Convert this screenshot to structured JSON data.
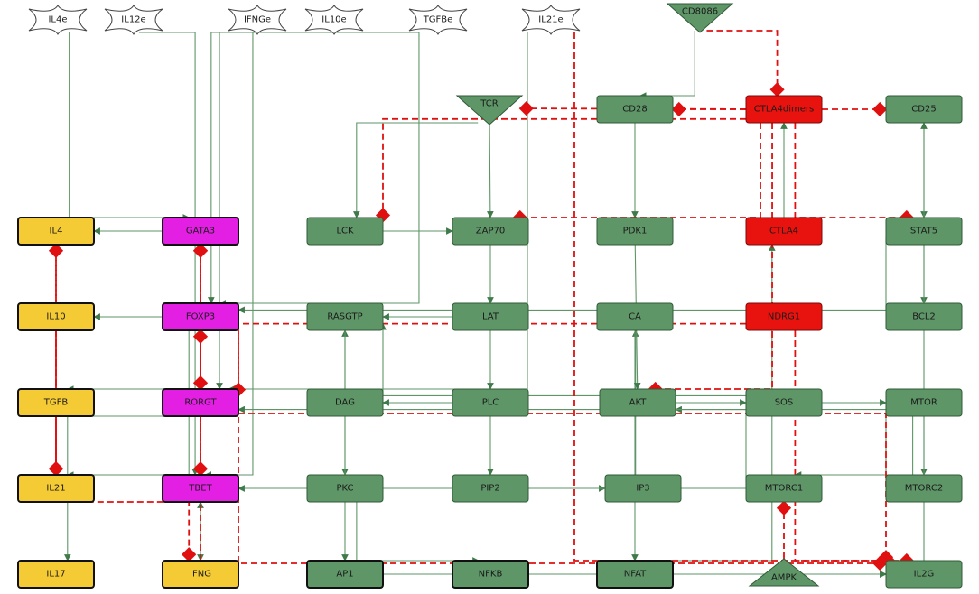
{
  "colors": {
    "green": "#5f9668",
    "green_edge": "#3f7a4a",
    "red": "#e8120e",
    "yellow": "#f5cb35",
    "magenta": "#e41fe4",
    "inhibit": "#e01010",
    "activate": "#5f9668"
  },
  "inputs": [
    {
      "id": "IL4e",
      "label": "IL4e"
    },
    {
      "id": "IL12e",
      "label": "IL12e"
    },
    {
      "id": "IFNGe",
      "label": "IFNGe"
    },
    {
      "id": "IL10e",
      "label": "IL10e"
    },
    {
      "id": "TGFBe",
      "label": "TGFBe"
    },
    {
      "id": "IL21e",
      "label": "IL21e"
    }
  ],
  "triangles": [
    {
      "id": "CD8086",
      "label": "CD8086",
      "dir": "down"
    },
    {
      "id": "TCR",
      "label": "TCR",
      "dir": "down"
    },
    {
      "id": "AMPK",
      "label": "AMPK",
      "dir": "up"
    }
  ],
  "nodes": [
    {
      "id": "IL4",
      "label": "IL4",
      "kind": "yellow"
    },
    {
      "id": "IL10",
      "label": "IL10",
      "kind": "yellow"
    },
    {
      "id": "TGFB",
      "label": "TGFB",
      "kind": "yellow"
    },
    {
      "id": "IL21",
      "label": "IL21",
      "kind": "yellow"
    },
    {
      "id": "IL17",
      "label": "IL17",
      "kind": "yellow"
    },
    {
      "id": "IFNG",
      "label": "IFNG",
      "kind": "yellow"
    },
    {
      "id": "GATA3",
      "label": "GATA3",
      "kind": "magenta"
    },
    {
      "id": "FOXP3",
      "label": "FOXP3",
      "kind": "magenta"
    },
    {
      "id": "RORGT",
      "label": "RORGT",
      "kind": "magenta"
    },
    {
      "id": "TBET",
      "label": "TBET",
      "kind": "magenta"
    },
    {
      "id": "LCK",
      "label": "LCK",
      "kind": "green"
    },
    {
      "id": "RASGTP",
      "label": "RASGTP",
      "kind": "green"
    },
    {
      "id": "DAG",
      "label": "DAG",
      "kind": "green"
    },
    {
      "id": "PKC",
      "label": "PKC",
      "kind": "green"
    },
    {
      "id": "AP1",
      "label": "AP1",
      "kind": "green_out"
    },
    {
      "id": "ZAP70",
      "label": "ZAP70",
      "kind": "green"
    },
    {
      "id": "LAT",
      "label": "LAT",
      "kind": "green"
    },
    {
      "id": "PLC",
      "label": "PLC",
      "kind": "green"
    },
    {
      "id": "PIP2",
      "label": "PIP2",
      "kind": "green"
    },
    {
      "id": "NFKB",
      "label": "NFKB",
      "kind": "green_out"
    },
    {
      "id": "CD28",
      "label": "CD28",
      "kind": "green"
    },
    {
      "id": "PDK1",
      "label": "PDK1",
      "kind": "green"
    },
    {
      "id": "CA",
      "label": "CA",
      "kind": "green"
    },
    {
      "id": "AKT",
      "label": "AKT",
      "kind": "green"
    },
    {
      "id": "IP3",
      "label": "IP3",
      "kind": "green"
    },
    {
      "id": "NFAT",
      "label": "NFAT",
      "kind": "green_out"
    },
    {
      "id": "CTLA4dimers",
      "label": "CTLA4dimers",
      "kind": "red"
    },
    {
      "id": "CTLA4",
      "label": "CTLA4",
      "kind": "red"
    },
    {
      "id": "NDRG1",
      "label": "NDRG1",
      "kind": "red"
    },
    {
      "id": "SOS",
      "label": "SOS",
      "kind": "green"
    },
    {
      "id": "MTORC1",
      "label": "MTORC1",
      "kind": "green"
    },
    {
      "id": "CD25",
      "label": "CD25",
      "kind": "green"
    },
    {
      "id": "STAT5",
      "label": "STAT5",
      "kind": "green"
    },
    {
      "id": "BCL2",
      "label": "BCL2",
      "kind": "green"
    },
    {
      "id": "MTOR",
      "label": "MTOR",
      "kind": "green"
    },
    {
      "id": "MTORC2",
      "label": "MTORC2",
      "kind": "green"
    },
    {
      "id": "IL2G",
      "label": "IL2G",
      "kind": "green"
    }
  ],
  "activations": [
    [
      "IL4e",
      "GATA3"
    ],
    [
      "IL12e",
      "TBET"
    ],
    [
      "IFNGe",
      "TBET"
    ],
    [
      "IL10e",
      "FOXP3"
    ],
    [
      "TGFBe",
      "FOXP3"
    ],
    [
      "TGFBe",
      "RORGT"
    ],
    [
      "IL21e",
      "RORGT"
    ],
    [
      "TCR",
      "LCK"
    ],
    [
      "TCR",
      "ZAP70"
    ],
    [
      "LCK",
      "ZAP70"
    ],
    [
      "ZAP70",
      "LAT"
    ],
    [
      "LAT",
      "RASGTP"
    ],
    [
      "LAT",
      "PLC"
    ],
    [
      "PLC",
      "DAG"
    ],
    [
      "PLC",
      "PIP2"
    ],
    [
      "DAG",
      "PKC"
    ],
    [
      "DAG",
      "RASGTP"
    ],
    [
      "PIP2",
      "IP3"
    ],
    [
      "PKC",
      "NFKB"
    ],
    [
      "IP3",
      "CA"
    ],
    [
      "CA",
      "NFAT"
    ],
    [
      "RASGTP",
      "AP1"
    ],
    [
      "CD8086",
      "CD28"
    ],
    [
      "CD28",
      "PDK1"
    ],
    [
      "PDK1",
      "AKT"
    ],
    [
      "AKT",
      "MTOR"
    ],
    [
      "MTOR",
      "MTORC1"
    ],
    [
      "MTOR",
      "MTORC2"
    ],
    [
      "MTORC2",
      "AKT"
    ],
    [
      "CD25",
      "STAT5"
    ],
    [
      "STAT5",
      "FOXP3"
    ],
    [
      "STAT5",
      "BCL2"
    ],
    [
      "IL2G",
      "CD25"
    ],
    [
      "NFAT",
      "IL2G"
    ],
    [
      "NFKB",
      "IL2G"
    ],
    [
      "AP1",
      "IL2G"
    ],
    [
      "GATA3",
      "IL4"
    ],
    [
      "FOXP3",
      "IL10"
    ],
    [
      "FOXP3",
      "TGFB"
    ],
    [
      "RORGT",
      "IL17"
    ],
    [
      "RORGT",
      "IL21"
    ],
    [
      "TBET",
      "IFNG"
    ],
    [
      "IFNG",
      "TBET"
    ],
    [
      "NFAT",
      "CTLA4"
    ],
    [
      "CTLA4",
      "CTLA4dimers"
    ],
    [
      "SOS",
      "RASGTP"
    ],
    [
      "MTORC1",
      "RORGT"
    ],
    [
      "MTORC1",
      "TBET"
    ],
    [
      "AKT",
      "SOS"
    ]
  ],
  "inhibitions": [
    [
      "CD8086",
      "CTLA4dimers"
    ],
    [
      "CTLA4dimers",
      "CD28"
    ],
    [
      "CTLA4dimers",
      "LCK"
    ],
    [
      "CTLA4dimers",
      "ZAP70"
    ],
    [
      "CTLA4dimers",
      "TCR"
    ],
    [
      "CTLA4dimers",
      "AKT"
    ],
    [
      "CTLA4dimers",
      "CD25"
    ],
    [
      "CTLA4dimers",
      "STAT5"
    ],
    [
      "NDRG1",
      "RORGT"
    ],
    [
      "NDRG1",
      "IL2G"
    ],
    [
      "AMPK",
      "MTORC1"
    ],
    [
      "GATA3",
      "TBET"
    ],
    [
      "TBET",
      "GATA3"
    ],
    [
      "FOXP3",
      "RORGT"
    ],
    [
      "RORGT",
      "FOXP3"
    ],
    [
      "IL4",
      "IL21"
    ],
    [
      "IL21",
      "IL4"
    ],
    [
      "IL10",
      "IL21"
    ],
    [
      "TGFB",
      "IL21"
    ],
    [
      "IFNG",
      "GATA3"
    ],
    [
      "IL21",
      "IFNG"
    ],
    [
      "IL21e",
      "IL2G"
    ],
    [
      "RORGT",
      "IL2G"
    ],
    [
      "FOXP3",
      "IL2G"
    ]
  ]
}
